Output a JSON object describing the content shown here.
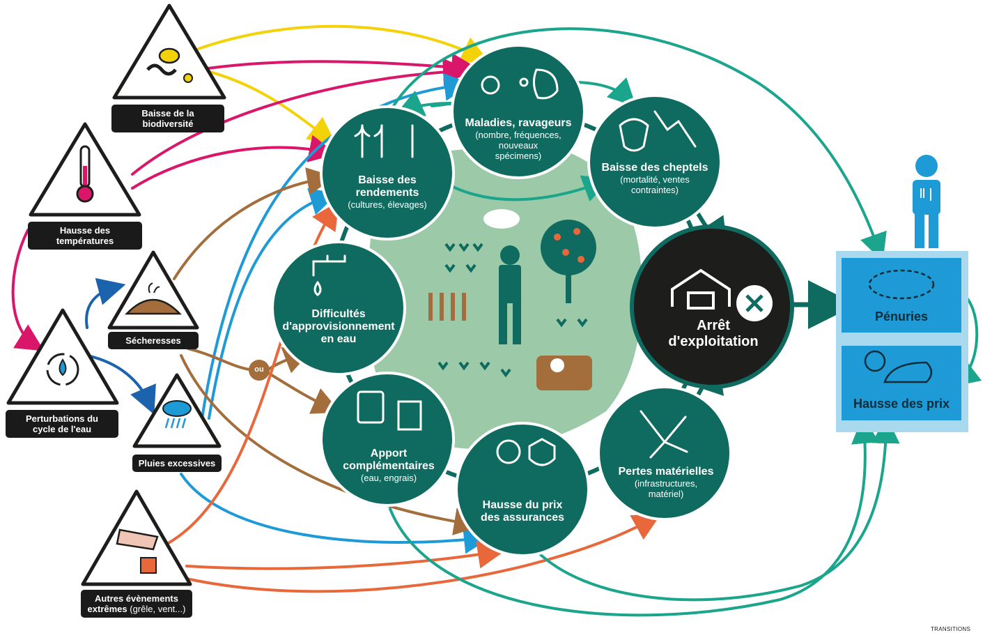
{
  "causes": [
    {
      "label_line1": "Baisse de la",
      "label_line2": "biodiversité"
    },
    {
      "label_line1": "Hausse des",
      "label_line2": "températures"
    },
    {
      "label_line1": "Sécheresses",
      "label_line2": ""
    },
    {
      "label_line1": "Perturbations du",
      "label_line2": "cycle de l'eau"
    },
    {
      "label_line1": "Pluies excessives",
      "label_line2": ""
    },
    {
      "label_line1": "Autres évènements",
      "label_line2": "extrêmes",
      "label_suffix": " (grêle, vent...)"
    }
  ],
  "impacts": {
    "maladies": {
      "title": "Maladies, ravageurs",
      "sub": "(nombre, fréquences,\nnouveaux\nspécimens)"
    },
    "cheptels": {
      "title": "Baisse des cheptels",
      "sub": "(mortalité, ventes\ncontraintes)"
    },
    "rendements": {
      "title": "Baisse des\nrendements",
      "sub": "(cultures, élevages)"
    },
    "eau": {
      "title": "Difficultés\nd'approvisionnement\nen eau",
      "sub": ""
    },
    "apport": {
      "title": "Apport\ncomplémentaires",
      "sub": "(eau, engrais)"
    },
    "assurances": {
      "title": "Hausse du prix\ndes assurances",
      "sub": ""
    },
    "pertes": {
      "title": "Pertes matérielles",
      "sub": "(infrastructures,\nmatériel)"
    },
    "arret": {
      "title": "Arrêt\nd'exploitation"
    }
  },
  "connector_label": "ou",
  "outcomes": {
    "penuries": "Pénuries",
    "prix": "Hausse des prix"
  },
  "brand": "TRANSITIONS",
  "colors": {
    "teal": "#0f6b5f",
    "black": "#1d1d1b",
    "green_light": "#9ccaa8",
    "blue": "#1e9ad6",
    "yellow": "#f4d20a",
    "magenta": "#d9166a",
    "brown": "#a46e3c",
    "orange": "#e8683b",
    "dark_blue": "#1b64ad"
  }
}
